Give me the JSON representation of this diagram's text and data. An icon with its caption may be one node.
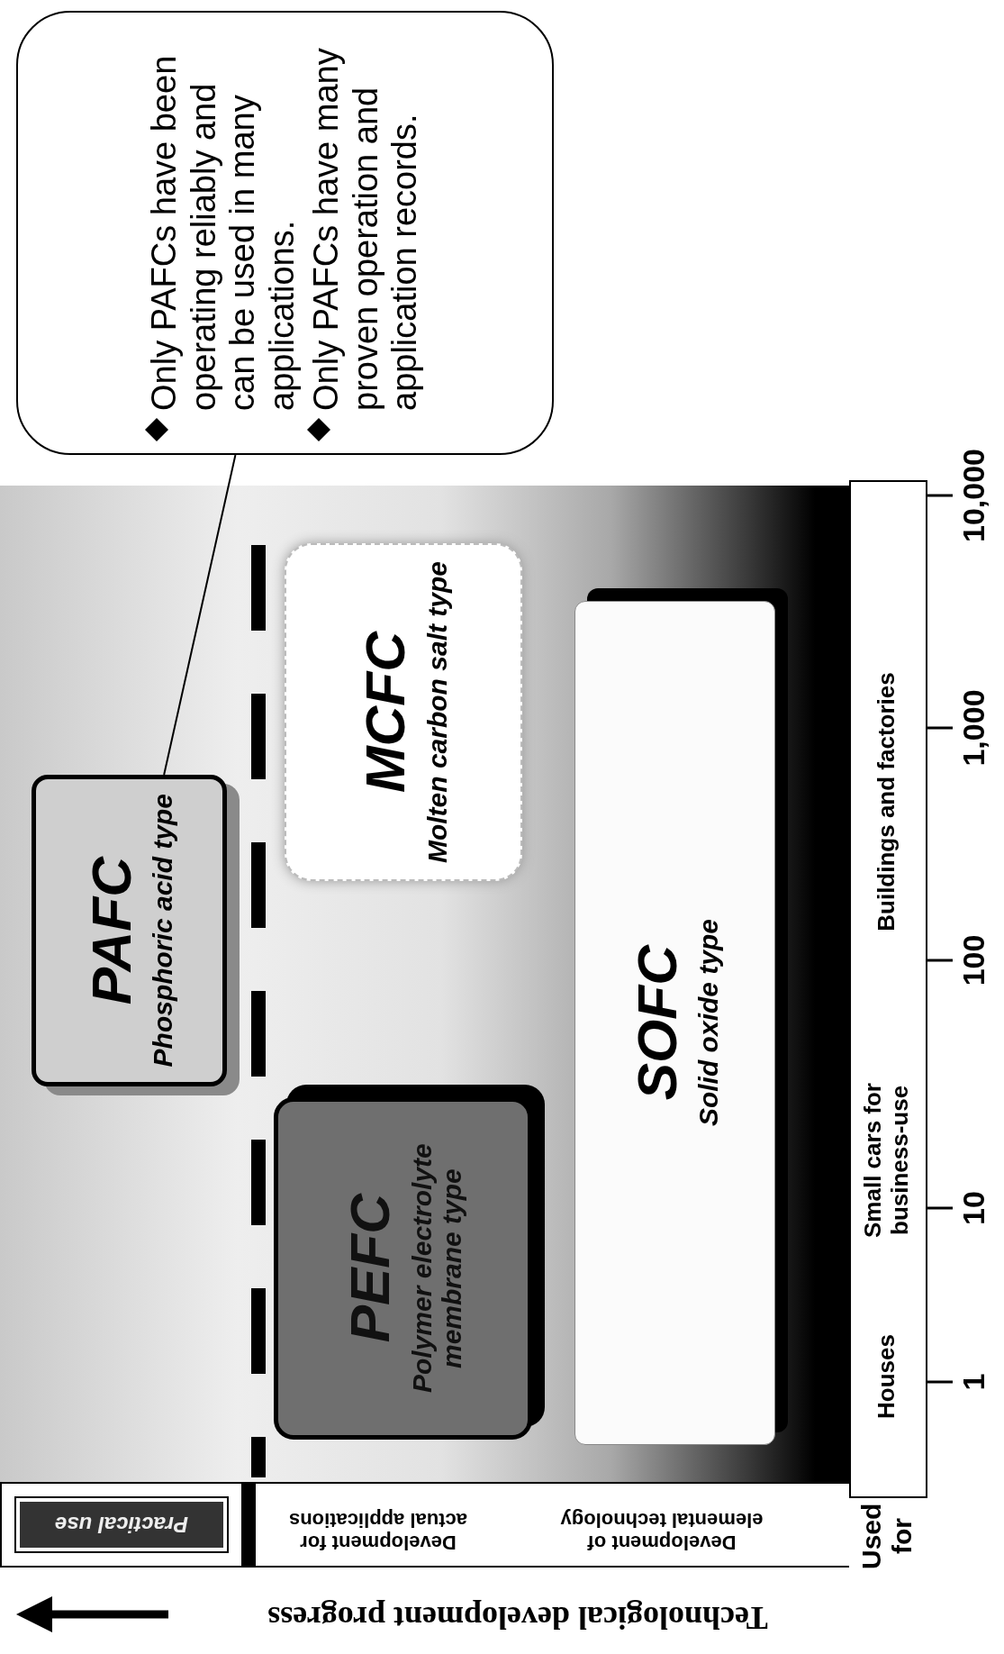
{
  "diagram": {
    "nodes": [
      {
        "text": [
          "PAFC",
          "Phosphoric acid type"
        ]
      },
      {
        "text": [
          "PEFC",
          "Polymer electrolyte membrane type"
        ]
      },
      {
        "text": [
          "MCFC",
          "Molten carbon salt type"
        ]
      },
      {
        "text": [
          "SOFC",
          "Solid oxide type"
        ]
      },
      {
        "text": [
          "Only PAFCs have been operating reliably and can be used in many applications.",
          "Only PAFCs have many proven operation and application records."
        ]
      },
      {
        "text": [
          "Practical use"
        ]
      }
    ],
    "edges": [
      {
        "from": 4,
        "to": 0,
        "arrow": "none"
      }
    ],
    "labels": [
      "Technological development progress",
      "Development for actual applications",
      "Development of elemental technology",
      "Used for",
      "Houses",
      "Small cars for business-use",
      "Buildings and factories",
      "1",
      "10",
      "100",
      "1,000",
      "10,000"
    ]
  }
}
